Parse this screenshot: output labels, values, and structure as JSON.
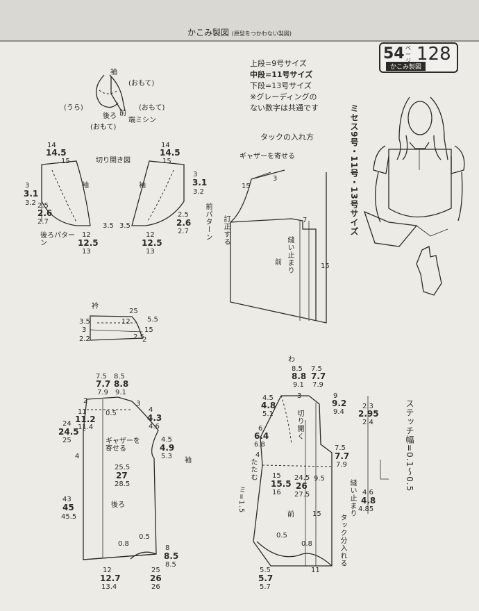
{
  "header": {
    "title": "かこみ製図",
    "subtitle": "(原型をつかわない製図)"
  },
  "page_badge": {
    "number": "54",
    "page_label": "ページ",
    "item_number": "128",
    "caption": "かこみ製図"
  },
  "size_notes": [
    "上段=9号サイズ",
    "中段=11号サイズ",
    "下段=13号サイズ",
    "※グレーディングの",
    "ない数字は共通です"
  ],
  "model_caption": "ミセス9号・11号・13号サイズ",
  "stitch_label": "ステッチ幅=0.1〜0.5",
  "sleeve_detail": {
    "sleeve": "袖",
    "omote": "(おもて)",
    "ura": "(うら)",
    "back": "後ろ",
    "omote2": "(おもて)",
    "front": "前",
    "sewline": "端ミシン",
    "omote3": "(おもて)"
  },
  "cut_open_title": "切り開き図",
  "sleeve_left": {
    "a1": "14",
    "a2": "14.5",
    "a3": "15",
    "b1": "3",
    "b2": "3.1",
    "b3": "3.2",
    "c1": "2.5",
    "c2": "2.6",
    "c3": "2.7",
    "d1": "12",
    "d2": "12.5",
    "d3": "13",
    "e": "3.5",
    "label": "袖",
    "pattern": "後ろパターン"
  },
  "sleeve_right": {
    "a1": "14",
    "a2": "14.5",
    "a3": "15",
    "b1": "3",
    "b2": "3.1",
    "b3": "3.2",
    "c1": "2.5",
    "c2": "2.6",
    "c3": "2.7",
    "d1": "12",
    "d2": "12.5",
    "d3": "13",
    "e": "3.5",
    "label": "袖",
    "pattern": "前パターン"
  },
  "tuck_title": "タックの入れ方",
  "tuck": {
    "gather": "ギャザーを寄せる",
    "fifteen": "15",
    "three": "3",
    "seven": "7",
    "stop": "訂正する",
    "fix": "縫い止まり",
    "front": "前",
    "fifteen2": "15"
  },
  "collar": {
    "label": "衿",
    "n1": "3.5",
    "n2": "12",
    "n3": "25",
    "n4": "5.5",
    "n5": "3",
    "n6": "15",
    "n7": "2.2",
    "n8": "2.5",
    "n9": "2"
  },
  "back_body": {
    "top1": "7.5",
    "top2": "7.7",
    "top3": "7.9",
    "top4": "8.5",
    "top5": "8.8",
    "top6": "9.1",
    "s1": "2",
    "s2": "3",
    "s3": "11",
    "s4": "11.2",
    "s5": "11.4",
    "s6": "0.5",
    "s7": "4",
    "s8": "4.3",
    "s9": "4.6",
    "s10": "4.5",
    "s11": "4.9",
    "s12": "5.3",
    "l1": "24",
    "l2": "24.5",
    "l3": "25",
    "gather": "ギャザーを寄せる",
    "w1": "25.5",
    "w2": "27",
    "w3": "28.5",
    "label": "後ろ",
    "h1": "43",
    "h2": "45",
    "h3": "45.5",
    "bottom1": "12",
    "bottom2": "12.7",
    "bottom3": "13.4",
    "b4": "0.8",
    "b5": "0.5",
    "r1": "8",
    "r2": "8.5",
    "r3": "8.5",
    "sl": "25",
    "sl2": "26",
    "sl3": "26",
    "sleeve": "袖"
  },
  "front_body": {
    "center": "わ",
    "top1": "8.5",
    "top2": "8.8",
    "top3": "9.1",
    "top4": "7.5",
    "top5": "7.7",
    "top6": "7.9",
    "n1": "4.5",
    "n2": "4.8",
    "n3": "5.1",
    "n4": "3",
    "n5": "9",
    "n6": "9.2",
    "n7": "9.4",
    "cut": "切り開く",
    "m1": "6",
    "m2": "6.4",
    "m3": "6.8",
    "m4": "4",
    "m5": "15",
    "m6": "15.5",
    "m7": "16",
    "w1": "24.5",
    "w2": "26",
    "w3": "27.5",
    "sh1": "7.5",
    "sh2": "7.7",
    "sh3": "7.9",
    "k1": "9.5",
    "k2": "15",
    "fold": "たたむ",
    "mi": "ミ=1.5",
    "label": "前",
    "stop": "縫い止まり",
    "tuck": "タック分入れる",
    "b1": "0.5",
    "b2": "0.8",
    "b3": "5.5",
    "b4": "5.7",
    "b5": "5.7",
    "b6": "11",
    "r1": "2.3",
    "r2": "2.95",
    "r3": "2.4",
    "r4": "4.6",
    "r5": "4.8",
    "r6": "4.85"
  }
}
